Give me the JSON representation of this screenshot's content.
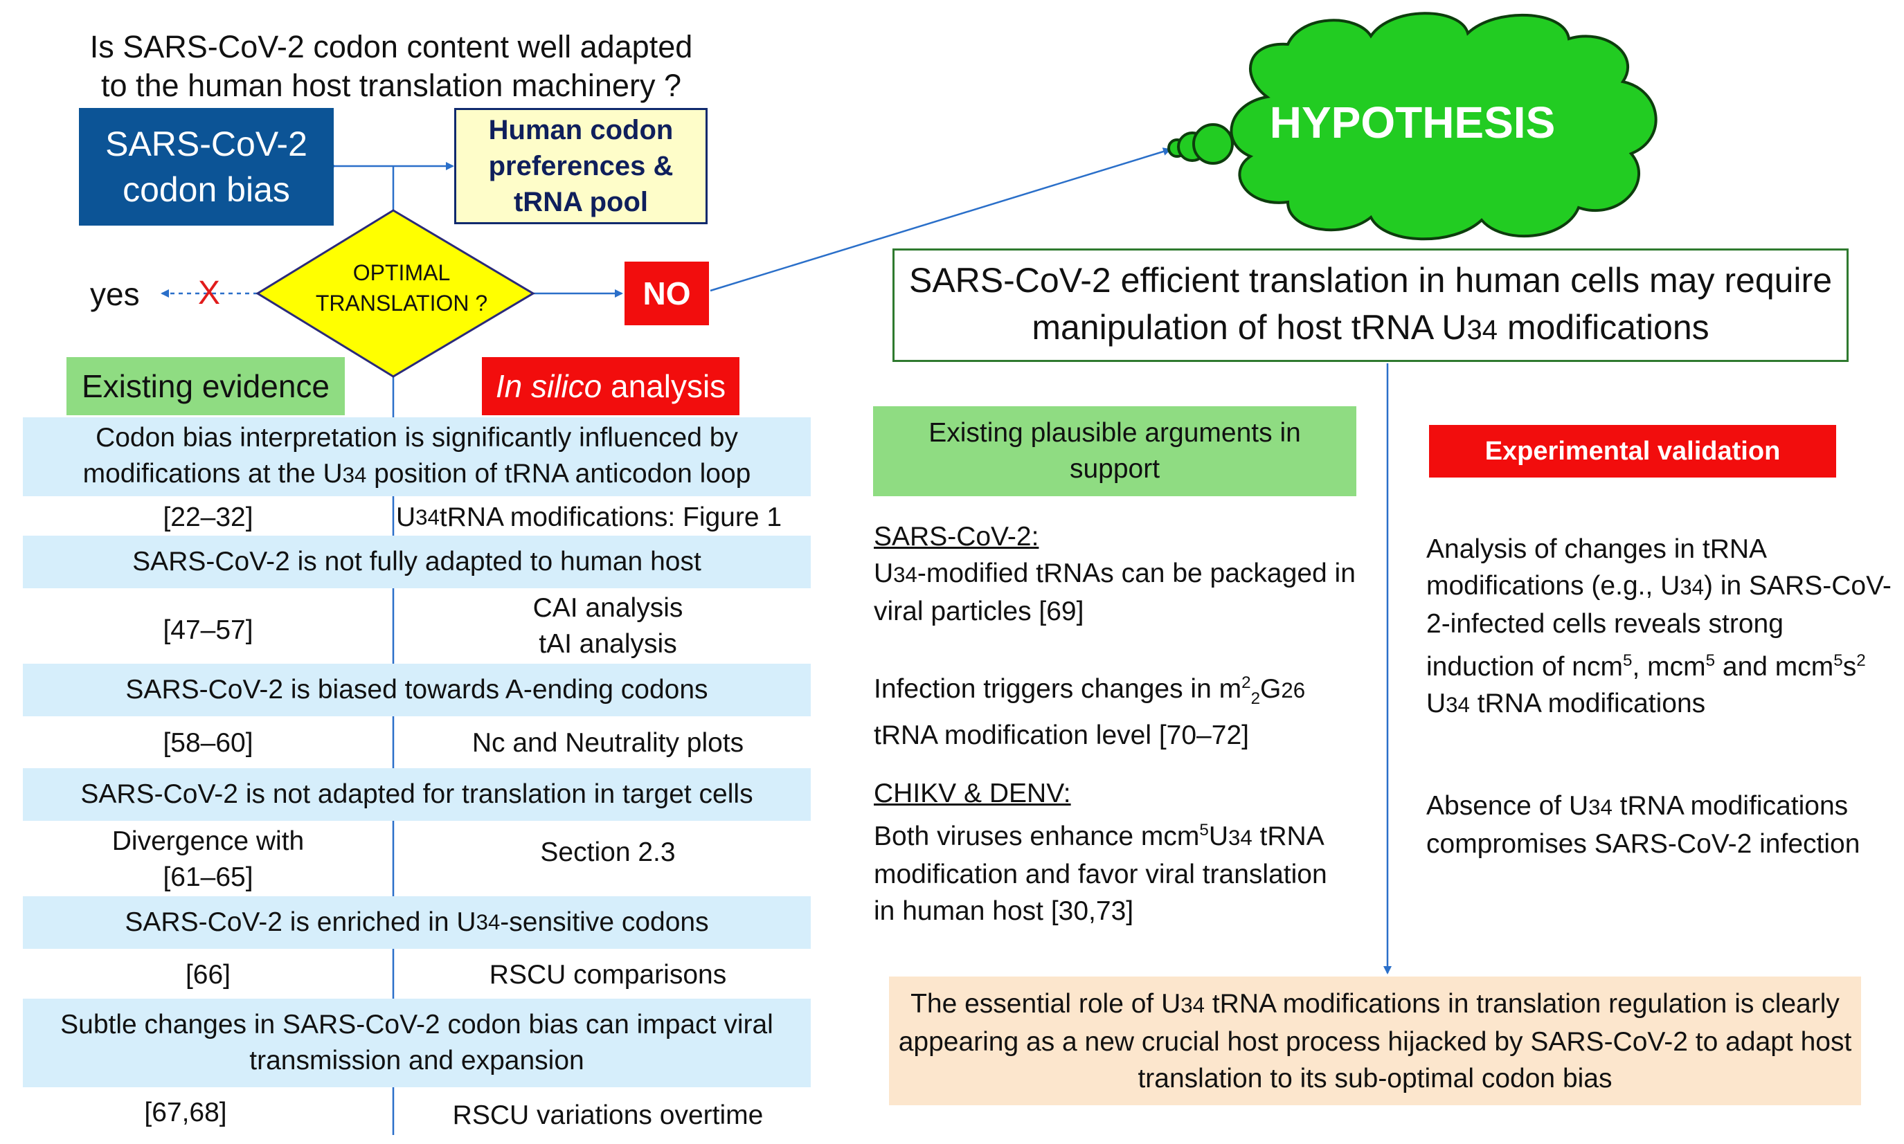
{
  "question": {
    "line1": "Is SARS-CoV-2 codon content well adapted",
    "line2": "to the human host translation machinery ?"
  },
  "virus_box": {
    "line1": "SARS-CoV-2",
    "line2": "codon bias"
  },
  "human_box": {
    "line1": "Human codon",
    "line2": "preferences &",
    "line3": "tRNA pool"
  },
  "decision": {
    "line1": "OPTIMAL",
    "line2": "TRANSLATION ?",
    "yes_label": "yes",
    "x_mark": "X",
    "no_label": "NO"
  },
  "hypothesis": {
    "cloud_label": "HYPOTHESIS",
    "line1": "SARS-CoV-2 efficient translation in human cells may require",
    "line2_pre": "manipulation of host tRNA U",
    "line2_num": "34",
    "line2_post": " modifications"
  },
  "left_headers": {
    "evidence": "Existing evidence",
    "silico_italic": "In silico",
    "silico_rest": " analysis"
  },
  "rows": {
    "r1": {
      "line1": "Codon bias interpretation is significantly influenced by",
      "line2_pre": "modifications at the U",
      "line2_num": "34",
      "line2_post": " position of tRNA anticodon loop"
    },
    "r1_ref": "[22–32]",
    "r1_method_pre": "U",
    "r1_method_num": "34",
    "r1_method_post": " tRNA modifications: Figure 1",
    "r2": "SARS-CoV-2 is not fully adapted to human host",
    "r2_ref": "[47–57]",
    "r2_method1": "CAI analysis",
    "r2_method2": "tAI analysis",
    "r3": "SARS-CoV-2 is biased towards A-ending codons",
    "r3_ref": "[58–60]",
    "r3_method": "Nc and Neutrality plots",
    "r4": "SARS-CoV-2 is not adapted for translation in target cells",
    "r4_ref1": "Divergence with",
    "r4_ref2": "[61–65]",
    "r4_method": "Section 2.3",
    "r5_pre": "SARS-CoV-2 is enriched in U",
    "r5_num": "34",
    "r5_post": "-sensitive codons",
    "r5_ref": "[66]",
    "r5_method": "RSCU comparisons",
    "r6_line1": "Subtle changes in SARS-CoV-2 codon bias can impact viral",
    "r6_line2": "transmission and expansion",
    "r6_ref": "[67,68]",
    "r6_method": "RSCU variations overtime"
  },
  "support": {
    "header_line1": "Existing plausible arguments in",
    "header_line2": "support",
    "sars_title": "SARS-CoV-2:",
    "sars_l1_pre": "U",
    "sars_l1_num": "34",
    "sars_l1_post": "-modified tRNAs can be packaged in",
    "sars_l2": "viral particles [69]",
    "inf_l1_pre": "Infection triggers changes in m",
    "inf_sup": "2",
    "inf_sub": "2",
    "inf_g": "G",
    "inf_num": "26",
    "inf_l2": "tRNA modification level [70–72]",
    "chikv_title": "CHIKV & DENV:",
    "chikv_l1_pre": "Both viruses enhance mcm",
    "chikv_sup": "5",
    "chikv_u": "U",
    "chikv_num": "34",
    "chikv_post": " tRNA",
    "chikv_l2": "modification and favor viral translation",
    "chikv_l3": "in human host [30,73]"
  },
  "experimental": {
    "header": "Experimental validation",
    "p1_l1": "Analysis of changes in tRNA",
    "p1_l2_pre": "modifications (e.g., U",
    "p1_l2_num": "34",
    "p1_l2_post": ") in SARS-CoV-",
    "p1_l3": "2-infected cells reveals strong",
    "p1_l4_pre": "induction of ncm",
    "p1_s1": "5",
    "p1_mid1": ", mcm",
    "p1_s2": "5",
    "p1_mid2": " and mcm",
    "p1_s3": "5",
    "p1_mid3": "s",
    "p1_s4": "2",
    "p1_l5_pre": "U",
    "p1_l5_num": "34",
    "p1_l5_post": " tRNA modifications",
    "p2_l1_pre": "Absence of U",
    "p2_l1_num": "34",
    "p2_l1_post": " tRNA modifications",
    "p2_l2": "compromises SARS-CoV-2 infection"
  },
  "conclusion": {
    "l1_pre": "The essential role of U",
    "l1_num": "34",
    "l1_post": " tRNA modifications in translation regulation is clearly",
    "l2": "appearing as a new crucial host process hijacked by SARS-CoV-2 to adapt host",
    "l3": "translation to its sub-optimal codon bias"
  },
  "colors": {
    "navy_box": "#0c5496",
    "pale_yellow": "#fefdc9",
    "diamond_yellow": "#ffff00",
    "red": "#f20d0d",
    "green_header": "#8fdc82",
    "cloud_green": "#22cc22",
    "light_blue_row": "#d6eefb",
    "peach": "#fce6cd",
    "arrow_blue": "#2a6fc9"
  }
}
